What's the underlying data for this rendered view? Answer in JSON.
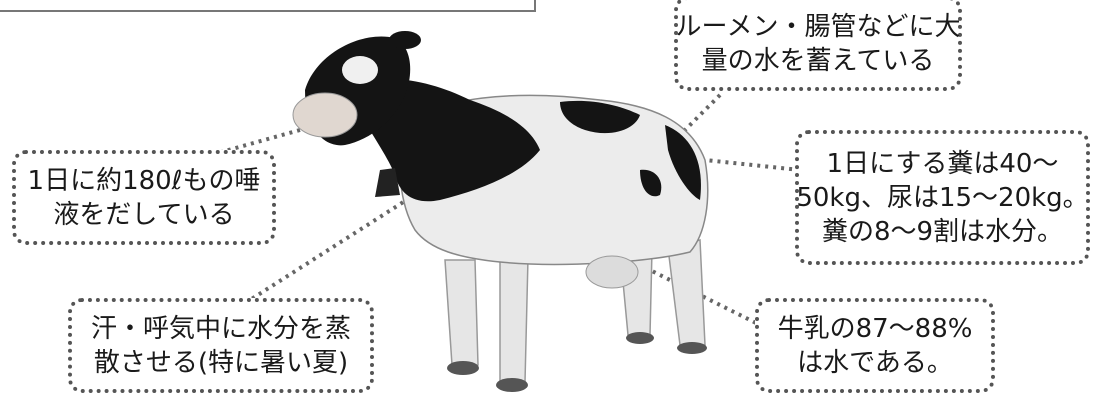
{
  "callouts": {
    "rumen": {
      "lines": [
        "ルーメン・腸管などに大",
        "量の水を蓄えている"
      ]
    },
    "saliva": {
      "lines": [
        "1日に約180ℓもの唾",
        "液をだしている"
      ]
    },
    "feces": {
      "lines": [
        "1日にする糞は40～",
        "50kg、尿は15～20kg。",
        "糞の8～9割は水分。"
      ]
    },
    "sweat": {
      "lines": [
        "汗・呼気中に水分を蒸",
        "散させる(特に暑い夏)"
      ]
    },
    "milk": {
      "lines": [
        "牛乳の87～88%",
        "は水である。"
      ]
    }
  },
  "colors": {
    "border": "#555555",
    "cow_black": "#141414",
    "cow_white": "#ededed",
    "text": "#1a1a1a"
  }
}
